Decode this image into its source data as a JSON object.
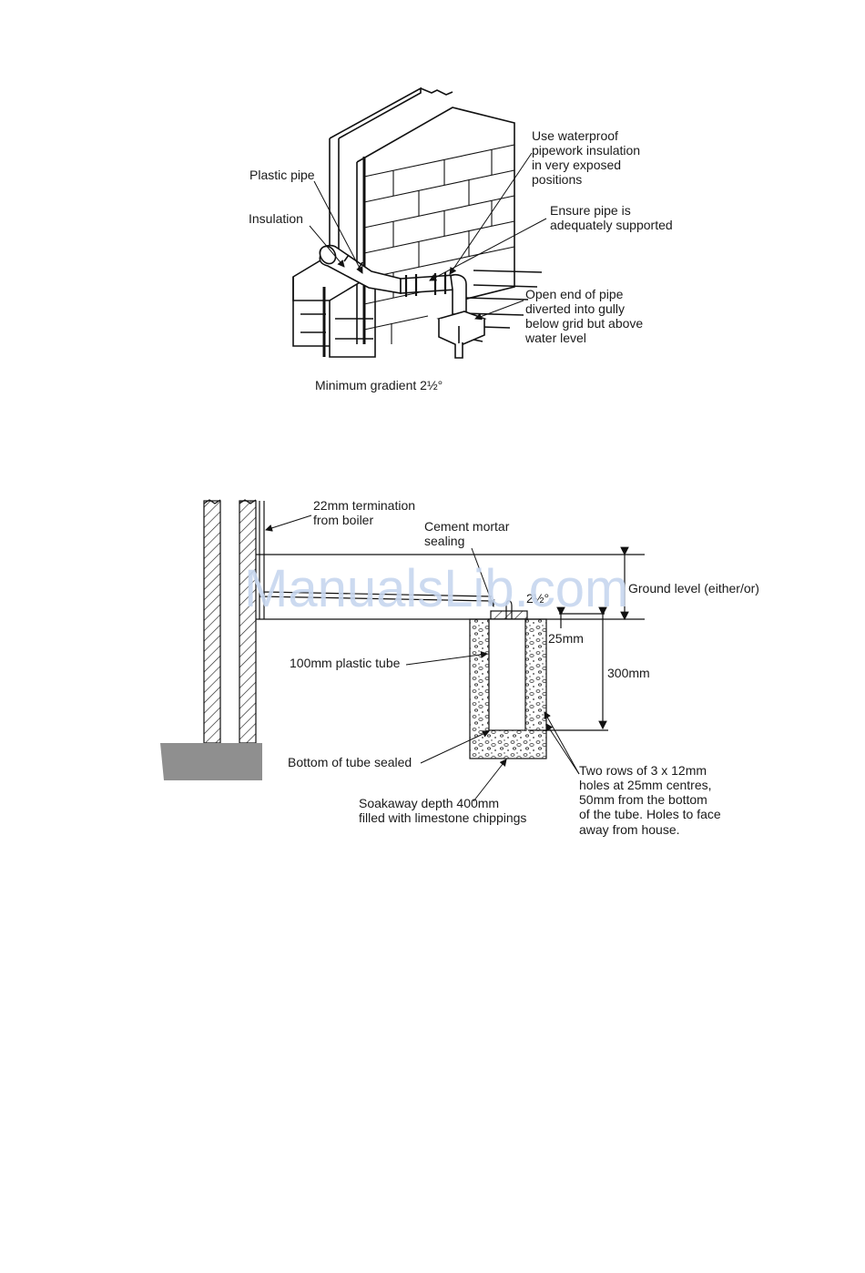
{
  "figure1": {
    "labels": {
      "plastic_pipe": "Plastic pipe",
      "insulation": "Insulation",
      "waterproof": [
        "Use waterproof",
        "pipework insulation",
        "in very exposed",
        "positions"
      ],
      "supported": [
        "Ensure pipe is",
        "adequately supported"
      ],
      "open_end": [
        "Open end of pipe",
        "diverted into gully",
        "below grid but above",
        "water level"
      ],
      "gradient": "Minimum gradient 2½°"
    }
  },
  "figure2": {
    "labels": {
      "termination": [
        "22mm termination",
        "from boiler"
      ],
      "cement": [
        "Cement mortar",
        "sealing"
      ],
      "ground": "Ground level (either/or)",
      "angle_fragment": "2½°",
      "dim_25": "25mm",
      "dim_300": "300mm",
      "tube": "100mm plastic tube",
      "bottom": "Bottom of tube sealed",
      "soakaway": [
        "Soakaway depth 400mm",
        "filled with limestone chippings"
      ],
      "holes": [
        "Two rows of 3 x 12mm",
        "holes at 25mm centres,",
        "50mm from the bottom",
        "of the tube. Holes to face",
        "away from house."
      ]
    }
  },
  "watermark": "ManualsLib.com"
}
